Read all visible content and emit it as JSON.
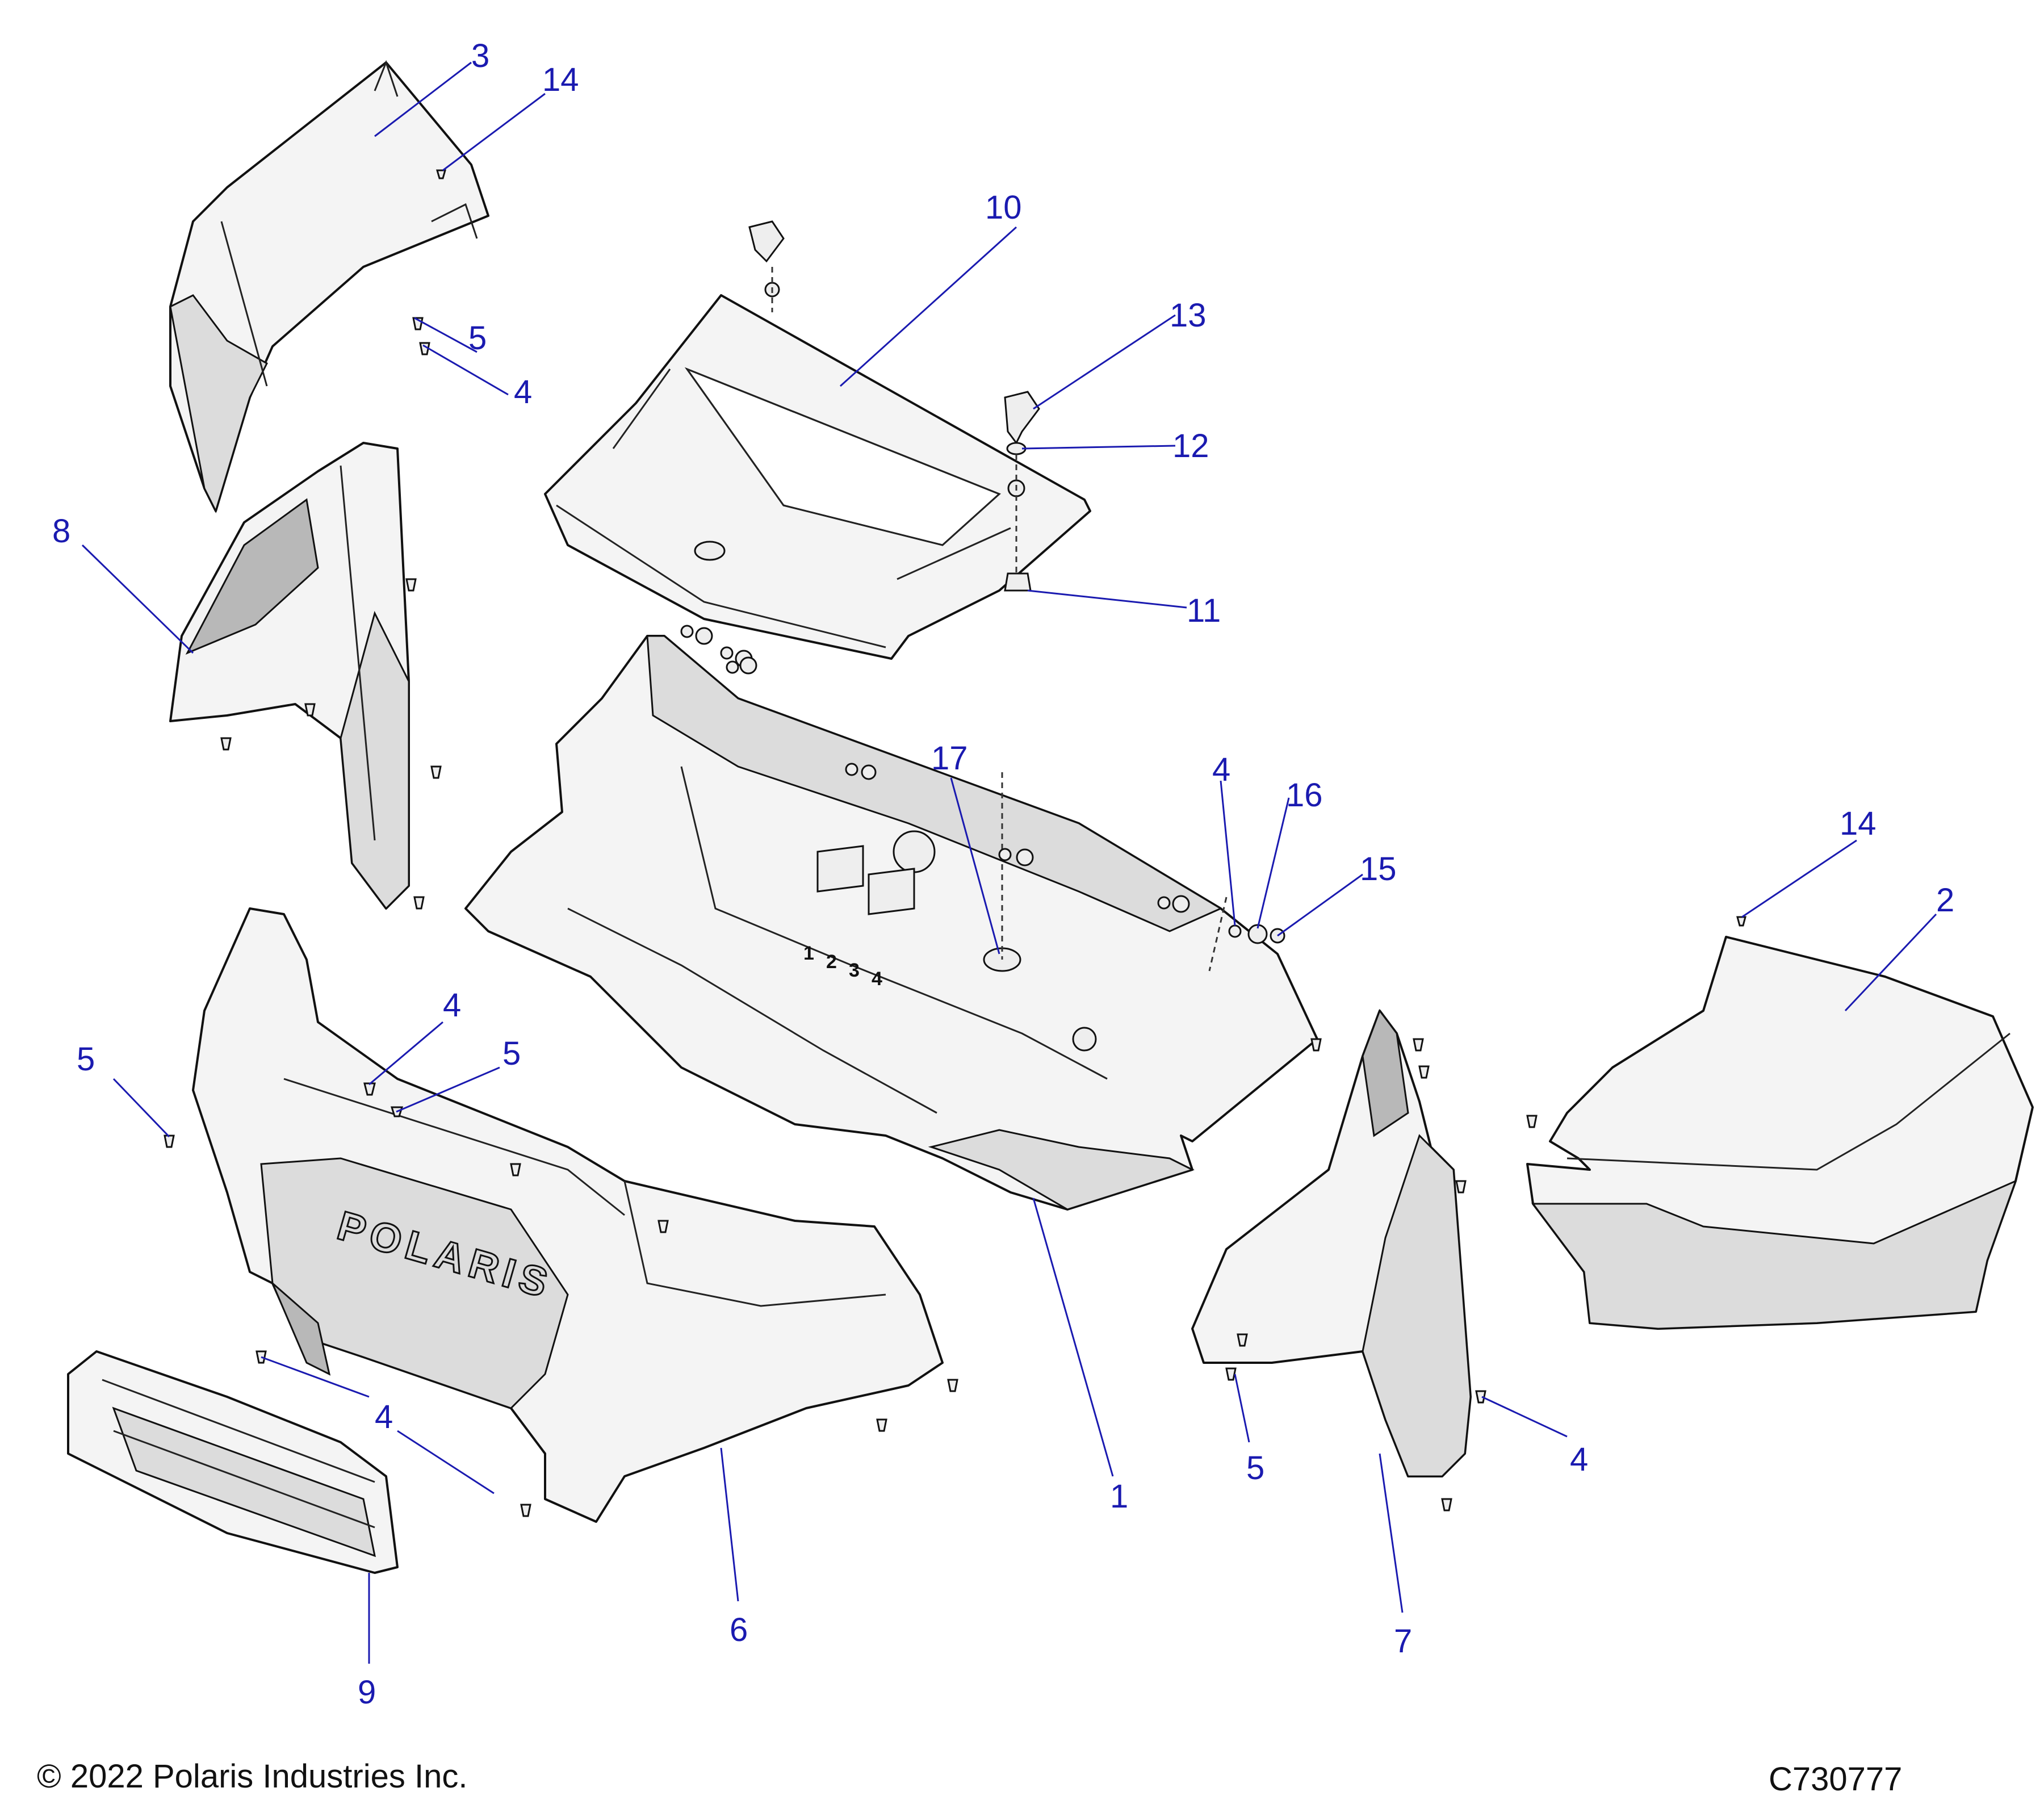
{
  "copyright": "© 2022 Polaris Industries Inc.",
  "drawing_number": "C730777",
  "brand_text": "POLARIS",
  "console_numbers": [
    "1",
    "2",
    "3",
    "4"
  ],
  "callouts": [
    {
      "id": "c1",
      "label": "1"
    },
    {
      "id": "c2",
      "label": "2"
    },
    {
      "id": "c3",
      "label": "3"
    },
    {
      "id": "c4a",
      "label": "4"
    },
    {
      "id": "c4b",
      "label": "4"
    },
    {
      "id": "c4c",
      "label": "4"
    },
    {
      "id": "c4d",
      "label": "4"
    },
    {
      "id": "c4e",
      "label": "4"
    },
    {
      "id": "c5a",
      "label": "5"
    },
    {
      "id": "c5b",
      "label": "5"
    },
    {
      "id": "c5c",
      "label": "5"
    },
    {
      "id": "c5d",
      "label": "5"
    },
    {
      "id": "c6",
      "label": "6"
    },
    {
      "id": "c7",
      "label": "7"
    },
    {
      "id": "c8",
      "label": "8"
    },
    {
      "id": "c9",
      "label": "9"
    },
    {
      "id": "c10",
      "label": "10"
    },
    {
      "id": "c11",
      "label": "11"
    },
    {
      "id": "c12",
      "label": "12"
    },
    {
      "id": "c13",
      "label": "13"
    },
    {
      "id": "c14a",
      "label": "14"
    },
    {
      "id": "c14b",
      "label": "14"
    },
    {
      "id": "c15",
      "label": "15"
    },
    {
      "id": "c16",
      "label": "16"
    },
    {
      "id": "c17",
      "label": "17"
    }
  ]
}
